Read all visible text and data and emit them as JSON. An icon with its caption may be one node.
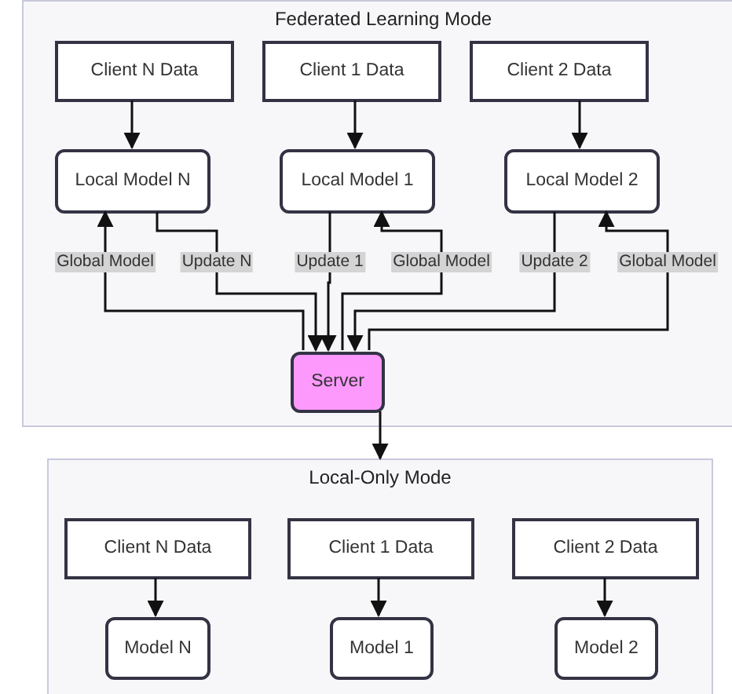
{
  "diagram": {
    "nodes": [
      {
        "text": [
          "Federated Learning Mode"
        ]
      },
      {
        "text": [
          "Client N Data"
        ],
        "in": 0
      },
      {
        "text": [
          "Client 1 Data"
        ],
        "in": 0
      },
      {
        "text": [
          "Client 2 Data"
        ],
        "in": 0
      },
      {
        "text": [
          "Local Model N"
        ],
        "in": 0
      },
      {
        "text": [
          "Local Model 1"
        ],
        "in": 0
      },
      {
        "text": [
          "Local Model 2"
        ],
        "in": 0
      },
      {
        "text": [
          "Server"
        ],
        "in": 0
      },
      {
        "text": [
          "Local-Only Mode"
        ]
      },
      {
        "text": [
          "Client N Data"
        ],
        "in": 8
      },
      {
        "text": [
          "Client 1 Data"
        ],
        "in": 8
      },
      {
        "text": [
          "Client 2 Data"
        ],
        "in": 8
      },
      {
        "text": [
          "Model N"
        ],
        "in": 8
      },
      {
        "text": [
          "Model 1"
        ],
        "in": 8
      },
      {
        "text": [
          "Model 2"
        ],
        "in": 8
      }
    ],
    "edges": [
      {
        "from": 1,
        "to": 4,
        "arrow": "to"
      },
      {
        "from": 2,
        "to": 5,
        "arrow": "to"
      },
      {
        "from": 3,
        "to": 6,
        "arrow": "to"
      },
      {
        "from": 7,
        "to": 4,
        "arrow": "to",
        "label": "Global Model"
      },
      {
        "from": 4,
        "to": 7,
        "arrow": "to",
        "label": "Update N"
      },
      {
        "from": 5,
        "to": 7,
        "arrow": "to",
        "label": "Update 1"
      },
      {
        "from": 7,
        "to": 5,
        "arrow": "to",
        "label": "Global Model"
      },
      {
        "from": 6,
        "to": 7,
        "arrow": "to",
        "label": "Update 2"
      },
      {
        "from": 7,
        "to": 6,
        "arrow": "to",
        "label": "Global Model"
      },
      {
        "from": 7,
        "to": 8,
        "arrow": "to"
      },
      {
        "from": 9,
        "to": 12,
        "arrow": "to"
      },
      {
        "from": 10,
        "to": 13,
        "arrow": "to"
      },
      {
        "from": 11,
        "to": 14,
        "arrow": "to"
      }
    ]
  }
}
